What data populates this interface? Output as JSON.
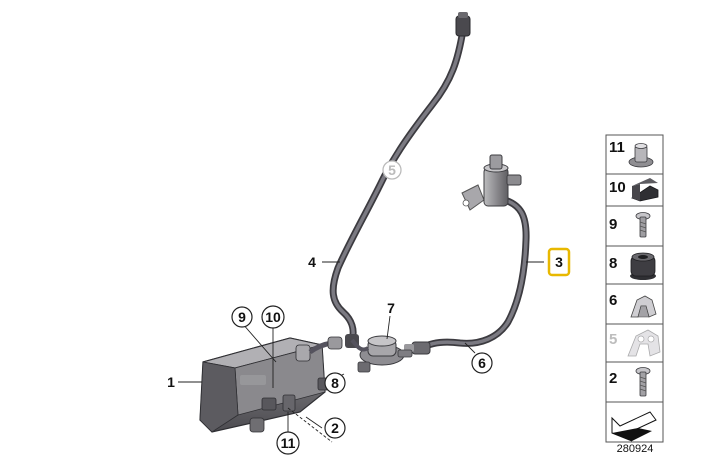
{
  "diagram_id": "280924",
  "callouts": {
    "c1": "1",
    "c2": "2",
    "c3": "3",
    "c4": "4",
    "c5": "5",
    "c6": "6",
    "c7": "7",
    "c8": "8",
    "c9": "9",
    "c10": "10",
    "c11": "11"
  },
  "legend": [
    {
      "number": "11",
      "icon": "grommet-icon"
    },
    {
      "number": "10",
      "icon": "rubber-pad-icon"
    },
    {
      "number": "9",
      "icon": "screw-icon"
    },
    {
      "number": "8",
      "icon": "bellows-grommet-icon"
    },
    {
      "number": "6",
      "icon": "hose-clip-icon"
    },
    {
      "number": "5",
      "icon": "double-clip-icon"
    },
    {
      "number": "2",
      "icon": "bolt-icon"
    },
    {
      "number": "",
      "icon": "arrow-direction-icon"
    }
  ],
  "colors": {
    "highlight": "#e8b800",
    "hose": "#55535e",
    "part": "#7d7c80",
    "faded": "#bbbbbb"
  }
}
